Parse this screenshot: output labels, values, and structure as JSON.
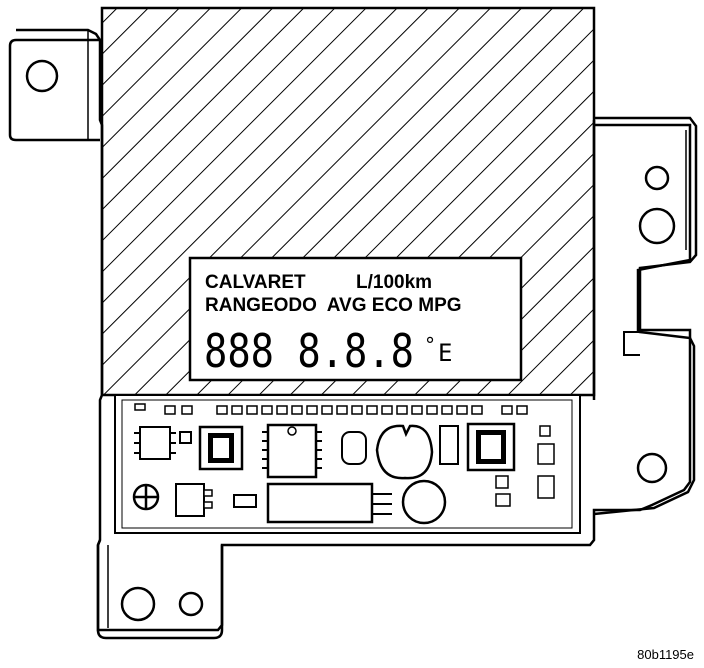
{
  "lcd": {
    "line1_left": "CALVARET",
    "line1_right": "L/100km",
    "line2": "RANGEODO  AVG ECO MPG",
    "digits": "888 8.8.8",
    "degree_symbol": "°",
    "unit": "E"
  },
  "caption": "80b1195e"
}
